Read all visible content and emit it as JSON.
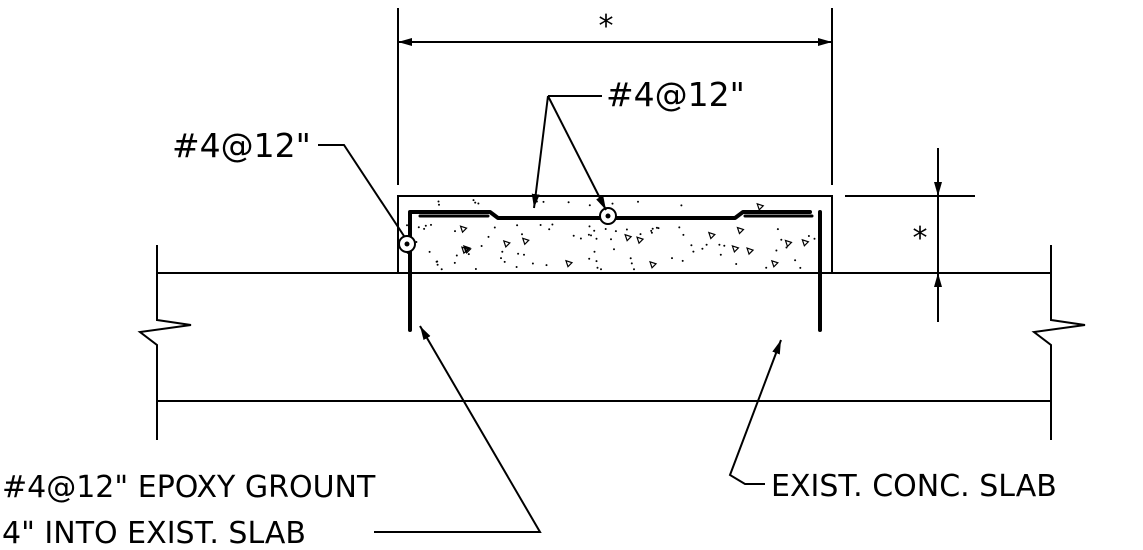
{
  "labels": {
    "top_dimension": "*",
    "right_dimension": "*",
    "top_bar_callout": "#4@12\"",
    "left_bar_callout": "#4@12\"",
    "dowel_note_line1": "#4@12\" EPOXY GROUNT",
    "dowel_note_line2": "4\" INTO EXIST. SLAB",
    "slab_note": "EXIST. CONC. SLAB"
  },
  "colors": {
    "ink": "#000000",
    "background": "#ffffff"
  }
}
